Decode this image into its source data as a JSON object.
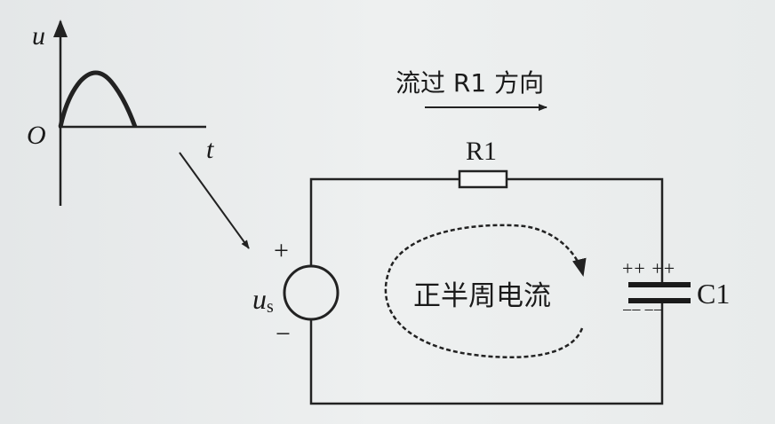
{
  "waveform": {
    "y_label": "u",
    "origin_label": "O",
    "x_label": "t"
  },
  "direction_label": "流过 R1 方向",
  "resistor_label": "R1",
  "source": {
    "label_main": "u",
    "label_sub": "s",
    "plus": "+",
    "minus": "−"
  },
  "capacitor": {
    "label": "C1",
    "top_charge": "++ ++",
    "bottom_charge": "−− −−"
  },
  "current_label": "正半周电流"
}
